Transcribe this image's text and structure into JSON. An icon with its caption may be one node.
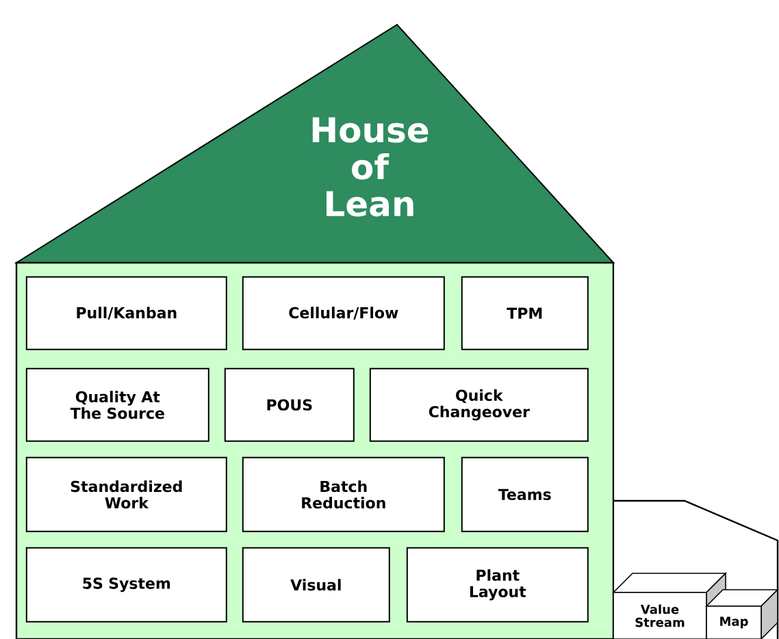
{
  "diagram": {
    "nodes": [
      {
        "text": [
          "House of Lean"
        ]
      },
      {
        "text": [],
        "shape": "box"
      },
      {
        "text": [
          "Pull/Kanban"
        ],
        "in": 1
      },
      {
        "text": [
          "Cellular/Flow"
        ],
        "in": 1
      },
      {
        "text": [
          "TPM"
        ],
        "in": 1
      },
      {
        "text": [
          "Quality At The Source"
        ],
        "in": 1
      },
      {
        "text": [
          "POUS"
        ],
        "in": 1
      },
      {
        "text": [
          "Quick Changeover"
        ],
        "in": 1
      },
      {
        "text": [
          "Standardized Work"
        ],
        "in": 1
      },
      {
        "text": [
          "Batch Reduction"
        ],
        "in": 1
      },
      {
        "text": [
          "Teams"
        ],
        "in": 1
      },
      {
        "text": [
          "5S System"
        ],
        "in": 1
      },
      {
        "text": [
          "Visual"
        ],
        "in": 1
      },
      {
        "text": [
          "Plant Layout"
        ],
        "in": 1
      },
      {
        "text": [
          "Value Stream"
        ]
      },
      {
        "text": [
          "Map"
        ]
      }
    ]
  }
}
